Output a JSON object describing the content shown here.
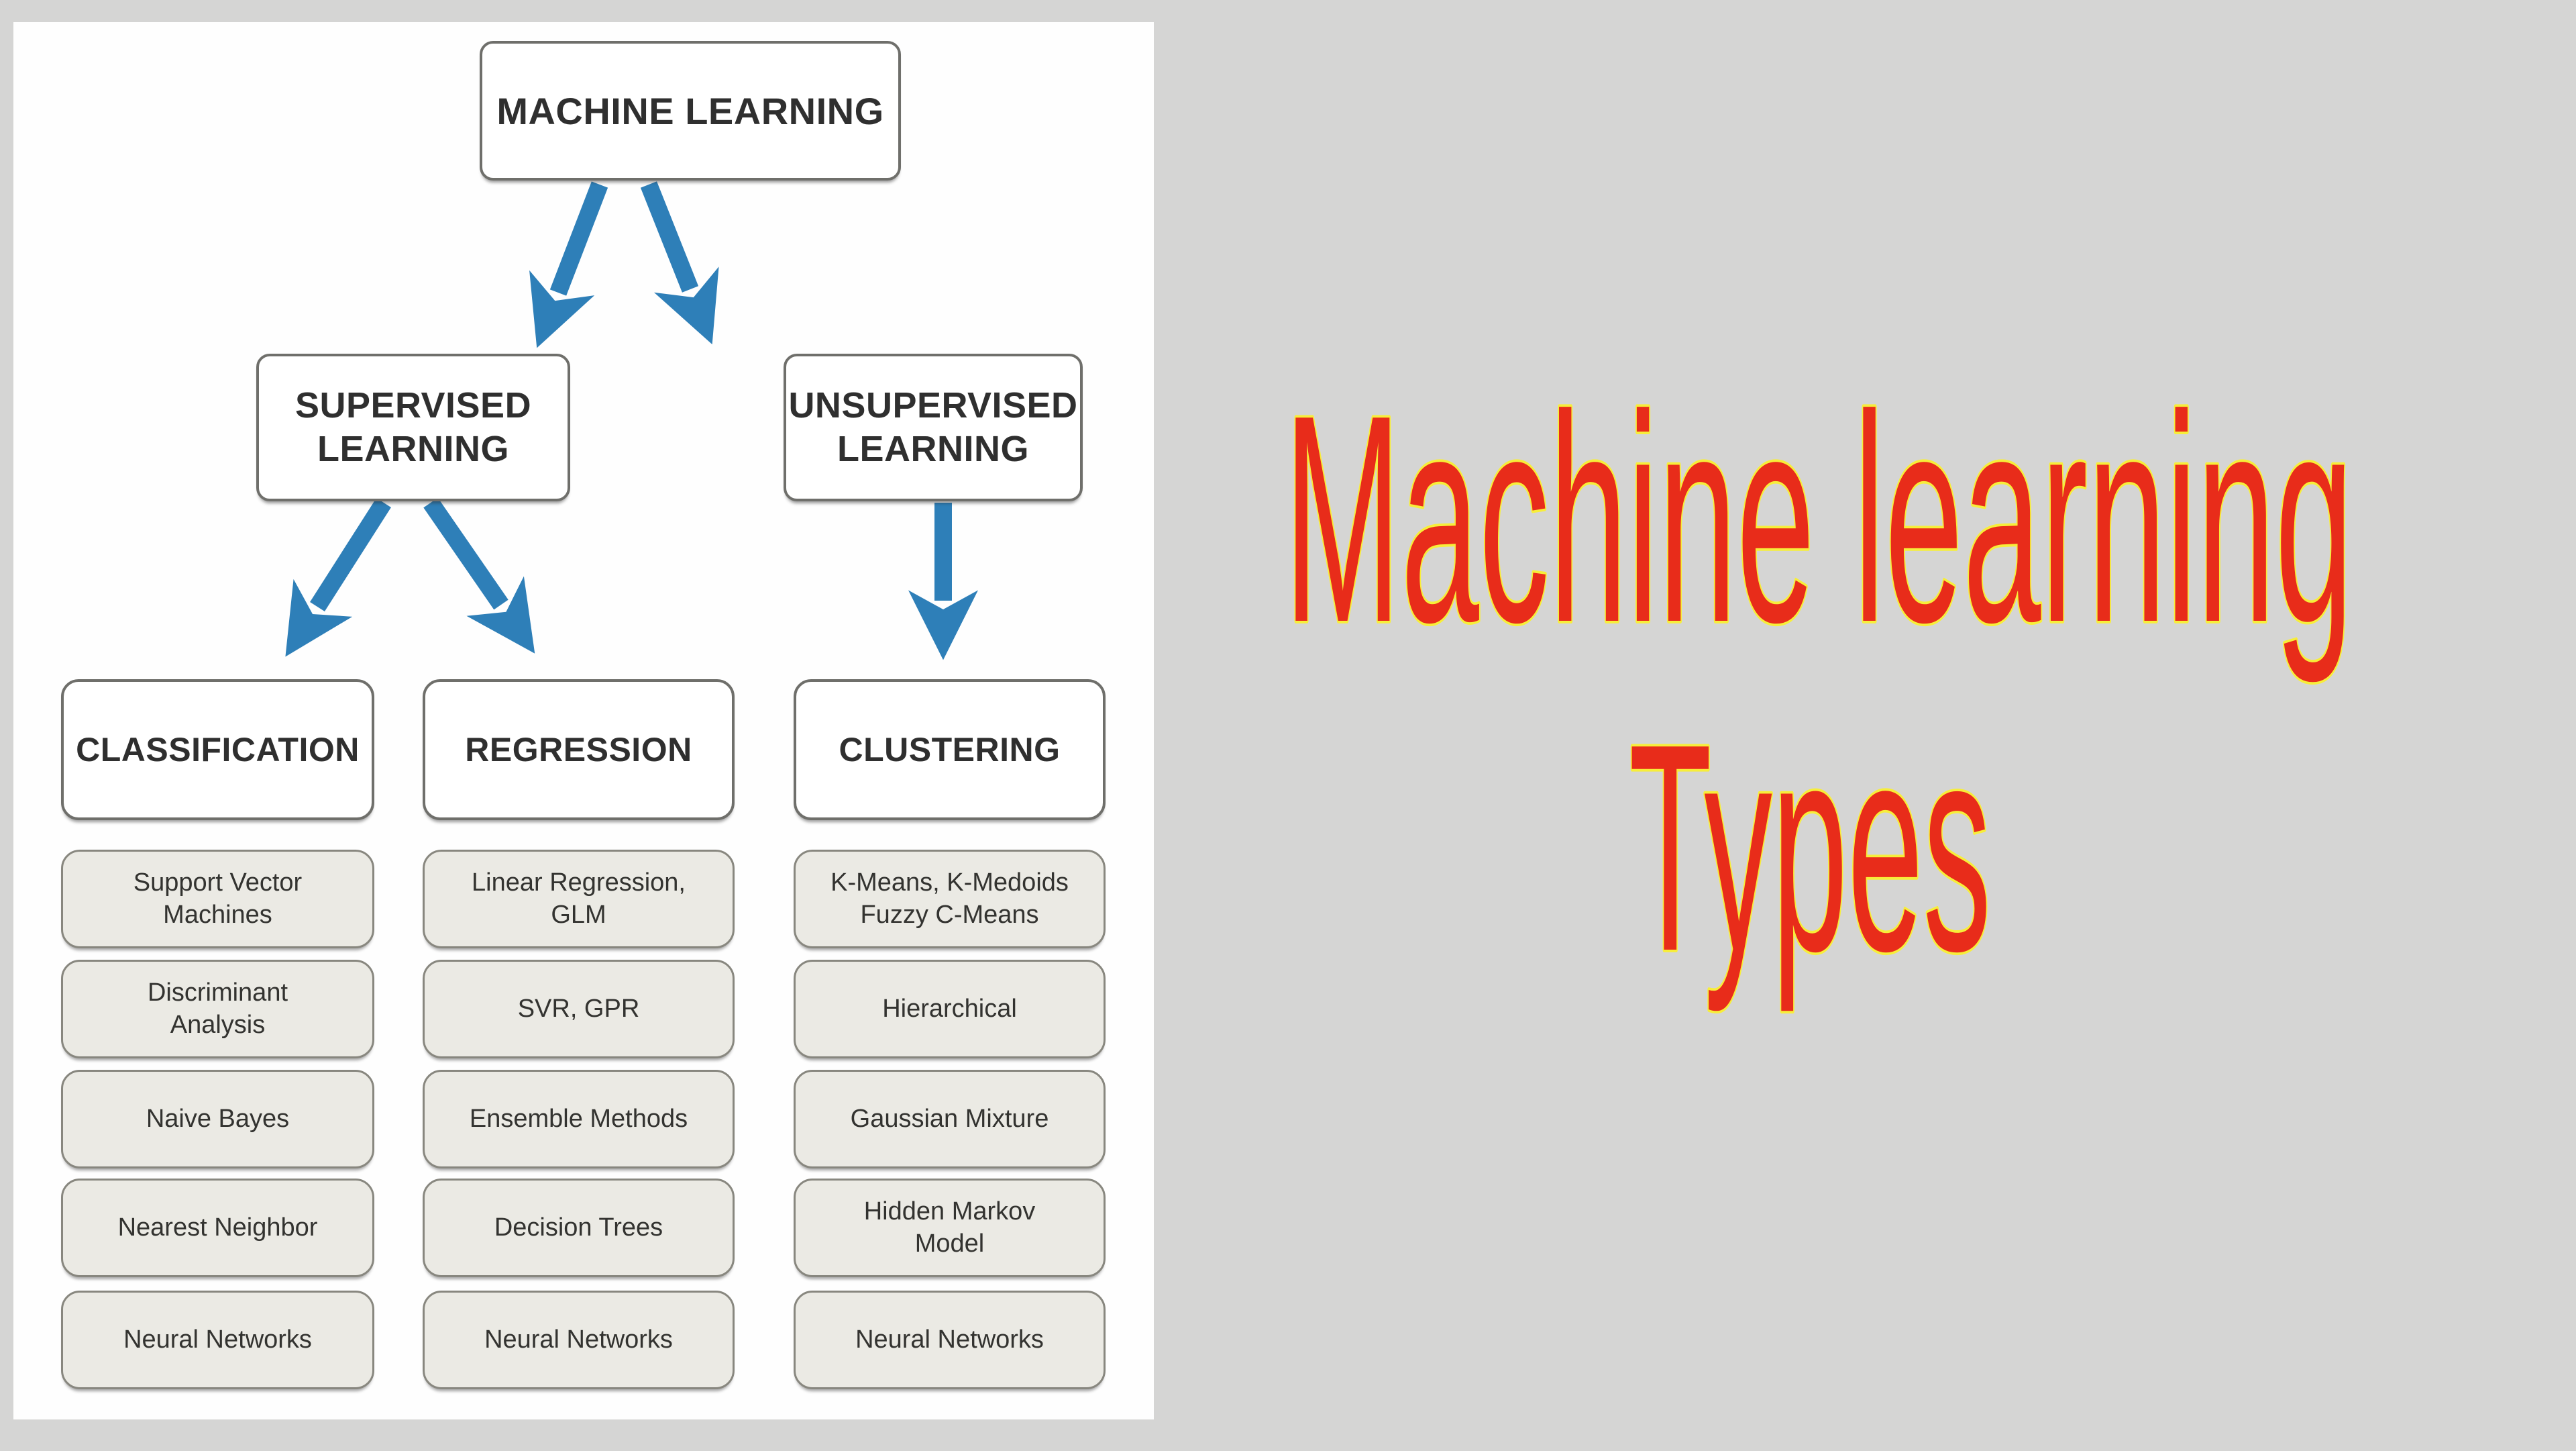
{
  "headline": {
    "line1": "Machine learning",
    "line2": "Types",
    "fill_color": "#e82c1a",
    "outline_color": "#f7ee3a"
  },
  "diagram": {
    "root_label": "MACHINE LEARNING",
    "branches": [
      {
        "label": "SUPERVISED\nLEARNING"
      },
      {
        "label": "UNSUPERVISED\nLEARNING"
      }
    ],
    "columns": [
      {
        "header": "CLASSIFICATION",
        "items": [
          "Support Vector\nMachines",
          "Discriminant\nAnalysis",
          "Naive Bayes",
          "Nearest Neighbor",
          "Neural Networks"
        ]
      },
      {
        "header": "REGRESSION",
        "items": [
          "Linear Regression,\nGLM",
          "SVR, GPR",
          "Ensemble Methods",
          "Decision Trees",
          "Neural Networks"
        ]
      },
      {
        "header": "CLUSTERING",
        "items": [
          "K-Means, K-Medoids\nFuzzy C-Means",
          "Hierarchical",
          "Gaussian Mixture",
          "Hidden Markov\nModel",
          "Neural Networks"
        ]
      }
    ]
  },
  "colors": {
    "page_background": "#d5d5d4",
    "panel_background": "#fefefe",
    "arrow_blue": "#2e7fb8",
    "node_border": "#6f6f6b",
    "leaf_fill": "#ebeae4",
    "leaf_border": "#88877f",
    "text_dark": "#2f2f2f"
  }
}
